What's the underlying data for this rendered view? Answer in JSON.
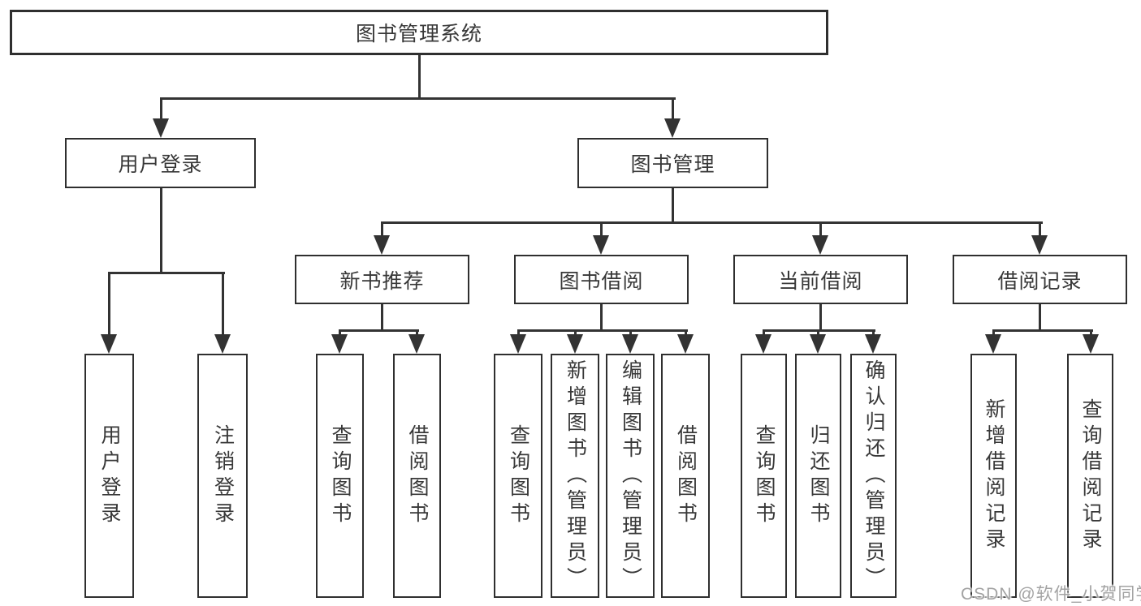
{
  "diagram": {
    "root": {
      "label": "图书管理系统"
    },
    "branches": [
      {
        "label": "用户登录",
        "children": [
          {
            "label": "用户登录"
          },
          {
            "label": "注销登录"
          }
        ]
      },
      {
        "label": "图书管理",
        "children": [
          {
            "label": "新书推荐",
            "children": [
              {
                "label": "查询图书"
              },
              {
                "label": "借阅图书"
              }
            ]
          },
          {
            "label": "图书借阅",
            "children": [
              {
                "label": "查询图书"
              },
              {
                "label": "新增图书（管理员）"
              },
              {
                "label": "编辑图书（管理员）"
              },
              {
                "label": "借阅图书"
              }
            ]
          },
          {
            "label": "当前借阅",
            "children": [
              {
                "label": "查询图书"
              },
              {
                "label": "归还图书"
              },
              {
                "label": "确认归还（管理员）"
              }
            ]
          },
          {
            "label": "借阅记录",
            "children": [
              {
                "label": "新增借阅记录"
              },
              {
                "label": "查询借阅记录"
              }
            ]
          }
        ]
      }
    ]
  },
  "watermark": {
    "text": "CSDN @软件_小贺同学"
  },
  "colors": {
    "line": "#333333",
    "box_border": "#2f2f2f",
    "text": "#383838",
    "background": "#ffffff",
    "watermark": "#a3a3a3"
  }
}
